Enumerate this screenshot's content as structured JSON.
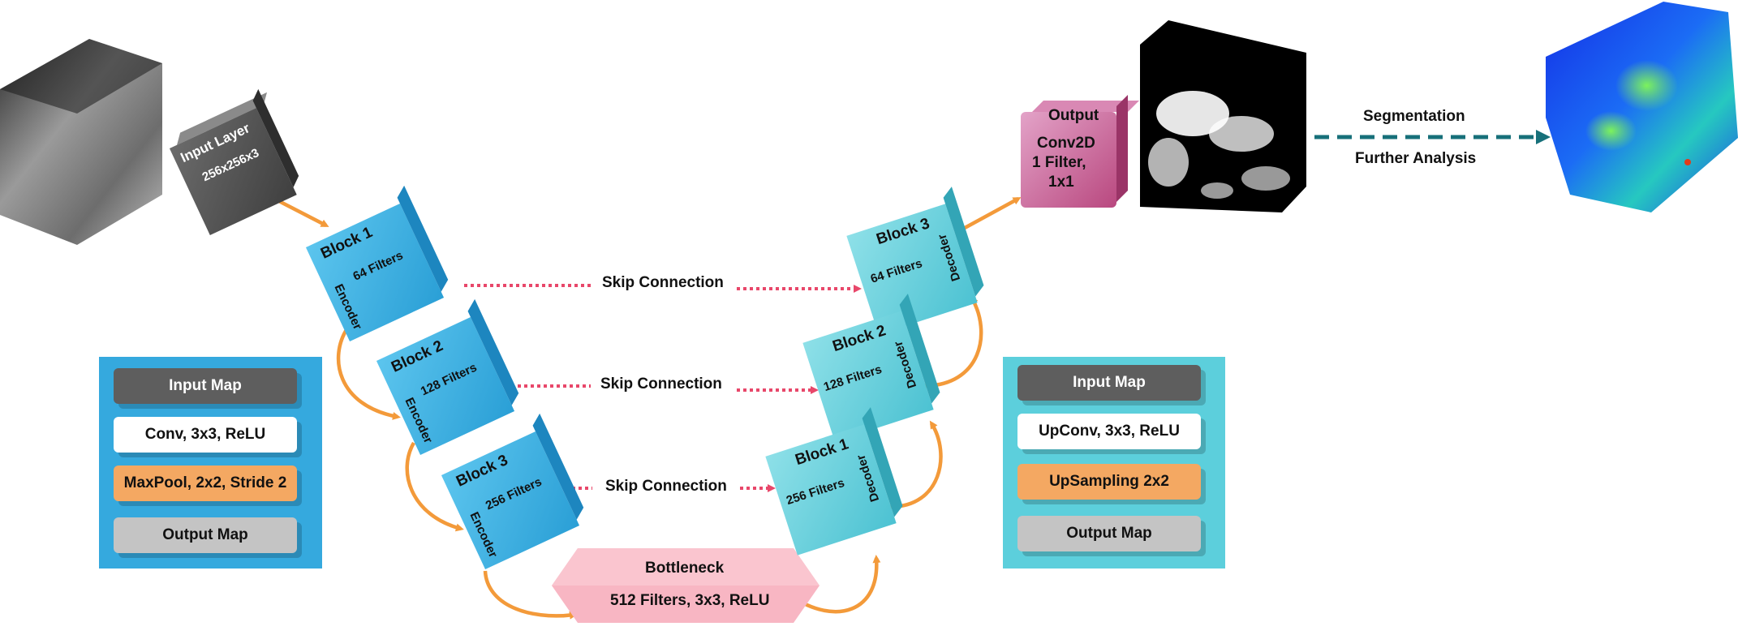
{
  "input_layer": {
    "title": "Input Layer",
    "size": "256x256x3"
  },
  "encoder": [
    {
      "block": "Block 1",
      "filters": "64 Filters",
      "role": "Encoder"
    },
    {
      "block": "Block 2",
      "filters": "128 Filters",
      "role": "Encoder"
    },
    {
      "block": "Block 3",
      "filters": "256 Filters",
      "role": "Encoder"
    }
  ],
  "decoder": [
    {
      "block": "Block 3",
      "filters": "64 Filters",
      "role": "Decoder"
    },
    {
      "block": "Block 2",
      "filters": "128 Filters",
      "role": "Decoder"
    },
    {
      "block": "Block 1",
      "filters": "256 Filters",
      "role": "Decoder"
    }
  ],
  "skip_label": "Skip Connection",
  "bottleneck": {
    "title": "Bottleneck",
    "detail": "512 Filters, 3x3, ReLU"
  },
  "output": {
    "title": "Output",
    "line1": "Conv2D",
    "line2": "1 Filter,",
    "line3": "1x1"
  },
  "arrow_labels": {
    "top": "Segmentation",
    "bottom": "Further Analysis"
  },
  "encoder_legend": [
    "Input Map",
    "Conv, 3x3, ReLU",
    "MaxPool, 2x2, Stride 2",
    "Output Map"
  ],
  "decoder_legend": [
    "Input Map",
    "UpConv, 3x3, ReLU",
    "UpSampling 2x2",
    "Output Map"
  ],
  "colors": {
    "encoder_block": "#3fb3e0",
    "decoder_block": "#6fd3de",
    "output_block": "#c8639c",
    "input_block": "#5a5a5a",
    "flow_arrow": "#f39a3a",
    "skip_arrow": "#e8476a",
    "dashed_arrow": "#17707a",
    "bottleneck_fill": "#f8b6c3",
    "encoder_legend_bg": "#35a9de",
    "decoder_legend_bg": "#5ccfdc",
    "pill_dark": "#5e5e5e",
    "pill_white": "#ffffff",
    "pill_orange": "#f4a862",
    "pill_grey": "#c4c4c4"
  }
}
